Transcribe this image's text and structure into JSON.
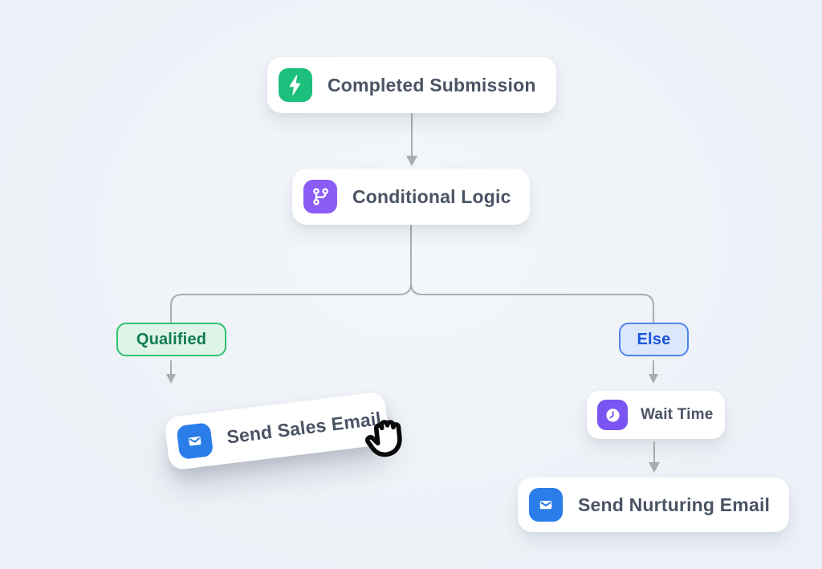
{
  "palette": {
    "background": "#eff3f8",
    "connector": "#a9acb0",
    "card_background": "#ffffff",
    "label_color": "#4a5364",
    "trigger_icon_green": "#1dbf7c",
    "condition_icon_purple": "#8b5cf6",
    "wait_icon_violet": "#7a55f2",
    "email_icon_blue": "#2b7de9",
    "qualified_bg": "#def4e8",
    "qualified_border": "#2ec26f",
    "qualified_text": "#0e7c4d",
    "else_bg": "#dbe7fb",
    "else_border": "#4d85f0",
    "else_text": "#1a56db"
  },
  "workflow": {
    "trigger": {
      "label": "Completed Submission",
      "icon": "lightning"
    },
    "condition": {
      "label": "Conditional Logic",
      "icon": "branch"
    },
    "branch_qualified": {
      "label": "Qualified"
    },
    "branch_else": {
      "label": "Else"
    },
    "action_sales": {
      "label": "Send Sales Email",
      "icon": "email",
      "state": "dragging"
    },
    "action_wait": {
      "label": "Wait Time",
      "icon": "clock"
    },
    "action_nurture": {
      "label": "Send Nurturing Email",
      "icon": "email"
    }
  }
}
